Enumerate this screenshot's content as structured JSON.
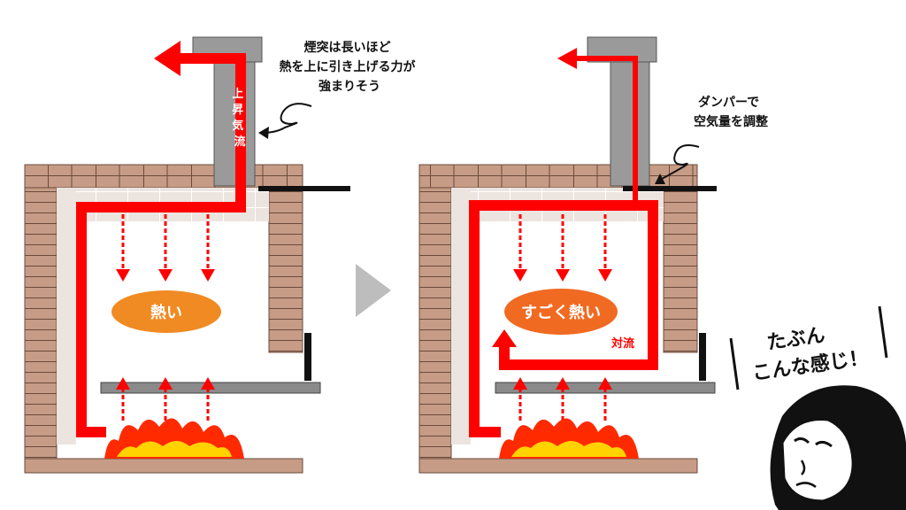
{
  "left_panel": {
    "chimney_label": "上昇気流",
    "heat_label": "熱い",
    "note_lines": [
      "煙突は長いほど",
      "熱を上に引き上げる力が",
      "強まりそう"
    ]
  },
  "right_panel": {
    "heat_label": "すごく熱い",
    "convection_label": "対流",
    "note_lines": [
      "ダンパーで",
      "空気量を調整"
    ]
  },
  "comment_lines": [
    "たぶん",
    "こんな感じ！"
  ],
  "colors": {
    "brick": "#c69c86",
    "mortar": "#6b4a3a",
    "chimney": "#9a9a9a",
    "flow_red": "#ff0000",
    "heat_orange": "#f08a22",
    "flame_red": "#ff2a00",
    "flame_yellow": "#ffd200",
    "arrow_gray": "#bdbdbd"
  }
}
